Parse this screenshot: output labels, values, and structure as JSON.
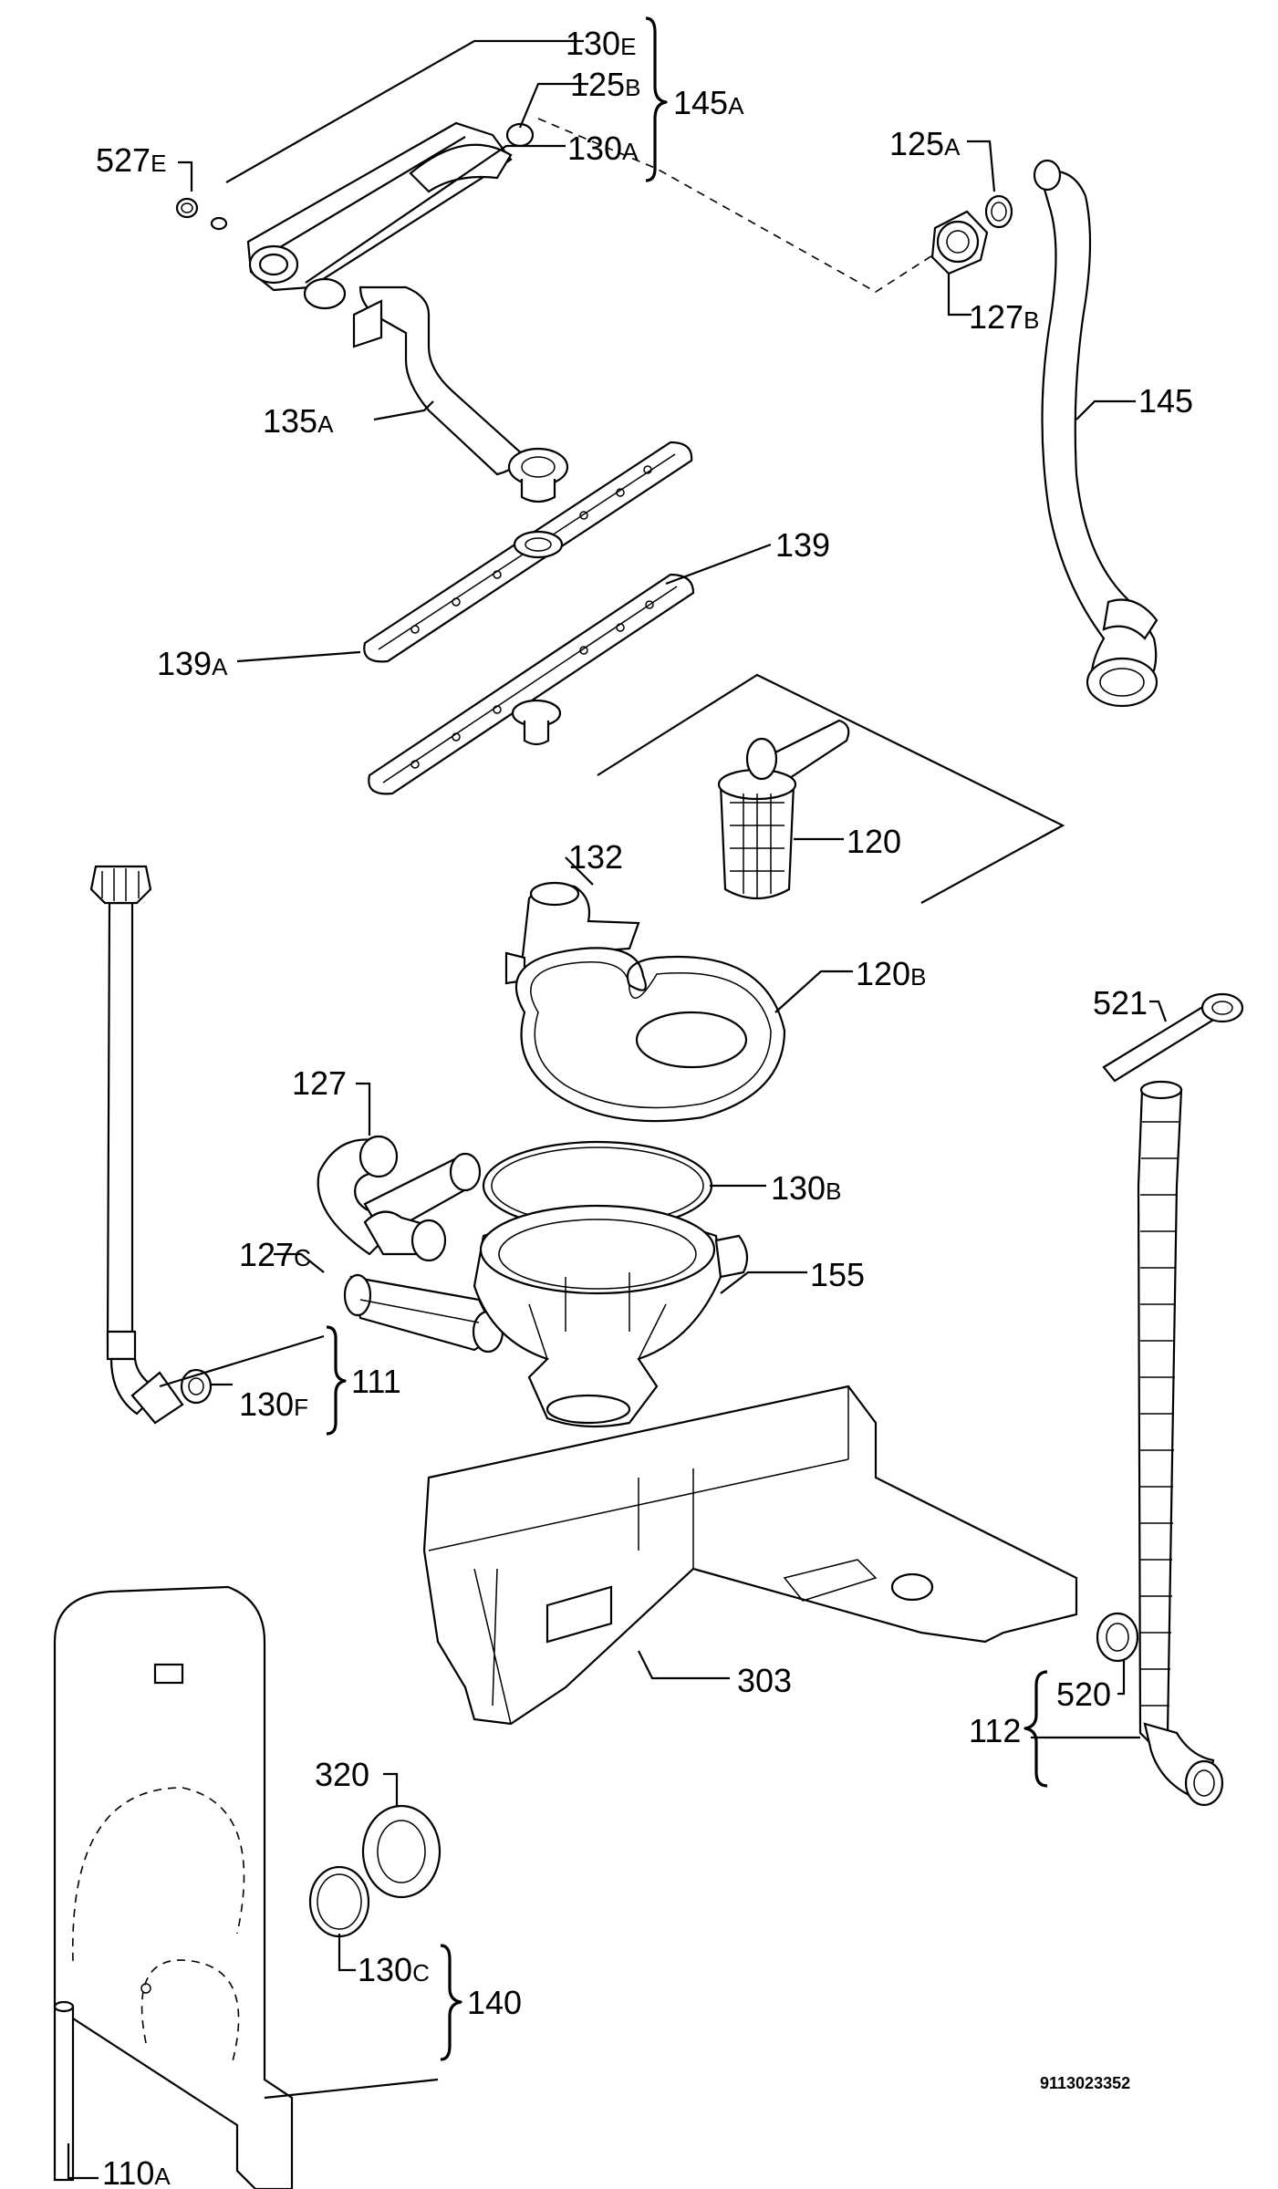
{
  "callouts": [
    {
      "main": "130",
      "suffix": "E"
    },
    {
      "main": "125",
      "suffix": "B"
    },
    {
      "main": "145",
      "suffix": "A"
    },
    {
      "main": "130",
      "suffix": "A"
    },
    {
      "main": "527",
      "suffix": "E"
    },
    {
      "main": "125",
      "suffix": "A"
    },
    {
      "main": "127",
      "suffix": "B"
    },
    {
      "main": "145",
      "suffix": ""
    },
    {
      "main": "135",
      "suffix": "A"
    },
    {
      "main": "139",
      "suffix": ""
    },
    {
      "main": "139",
      "suffix": "A"
    },
    {
      "main": "120",
      "suffix": ""
    },
    {
      "main": "132",
      "suffix": ""
    },
    {
      "main": "120",
      "suffix": "B"
    },
    {
      "main": "521",
      "suffix": ""
    },
    {
      "main": "127",
      "suffix": ""
    },
    {
      "main": "130",
      "suffix": "B"
    },
    {
      "main": "127",
      "suffix": "C"
    },
    {
      "main": "155",
      "suffix": ""
    },
    {
      "main": "111",
      "suffix": ""
    },
    {
      "main": "130",
      "suffix": "F"
    },
    {
      "main": "303",
      "suffix": ""
    },
    {
      "main": "112",
      "suffix": ""
    },
    {
      "main": "520",
      "suffix": ""
    },
    {
      "main": "320",
      "suffix": ""
    },
    {
      "main": "130",
      "suffix": "C"
    },
    {
      "main": "140",
      "suffix": ""
    },
    {
      "main": "110",
      "suffix": "A"
    }
  ],
  "doc_number": "9113023352"
}
